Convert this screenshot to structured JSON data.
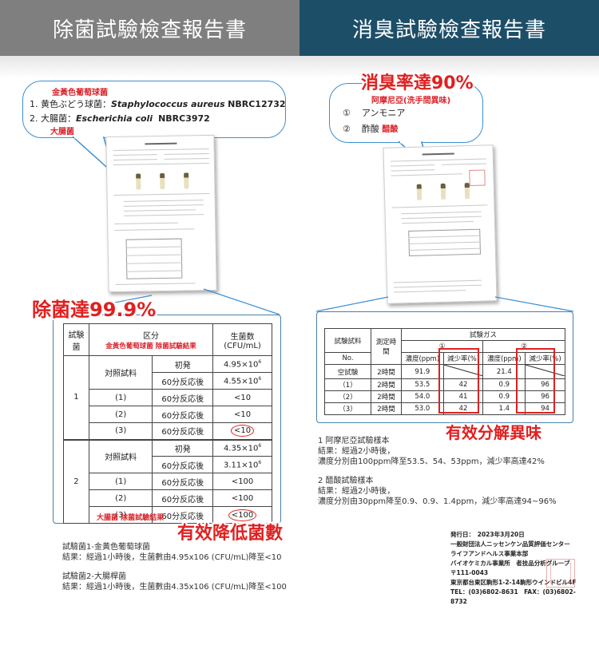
{
  "banners": {
    "left": "除菌試驗檢查報告書",
    "right": "消臭試驗檢查報告書"
  },
  "left_bubble": {
    "caption_top": "金黃色葡萄球菌",
    "item1_prefix": "1. 黄色ぶどう球菌：",
    "item1_species": "Staphylococcus aureus",
    "item1_strain": "NBRC12732",
    "item2_prefix": "2. 大腸菌：",
    "item2_species": "Escherichia coli",
    "item2_strain": "NBRC3972",
    "caption_bottom": "大腸菌"
  },
  "right_bubble": {
    "headline": "消臭率達90%",
    "subtitle": "阿摩尼亞(洗手間異味)",
    "item1_num": "①",
    "item1": "アンモニア",
    "item2_num": "②",
    "item2": "酢酸",
    "item2_note": "醋酸"
  },
  "left_headline": "除菌達99.9%",
  "left_footer_headline": "有效降低菌數",
  "right_footer_headline": "有效分解異味",
  "left_table": {
    "h_bacteria": "試験菌",
    "h_section": "区分",
    "h_section_red": "金黃色葡萄球菌 除菌試驗結果",
    "h_count": "生菌数",
    "h_unit": "(CFU/mL)",
    "g1_label": "1",
    "g2_label": "2",
    "control": "対照試料",
    "t_initial": "初発",
    "t_60": "60分反応後",
    "s1": "(1)",
    "s2": "(2)",
    "s3": "(3)",
    "g1_init": "4.95×10",
    "g1_60": "4.55×10",
    "exp": "6",
    "g1_s1": "<10",
    "g1_s2": "<10",
    "g1_s3": "<10",
    "g2_init": "4.35×10",
    "g2_60": "3.11×10",
    "g2_s1": "<100",
    "g2_s2": "<100",
    "g2_s3": "<100",
    "bottom_red": "大腸菌 除菌試驗結果"
  },
  "right_table": {
    "h_sample": "試験試料",
    "h_time": "測定時間",
    "h_gas": "試験ガス",
    "h_g1": "①",
    "h_g2": "②",
    "h_conc": "濃度(ppm)",
    "h_rate": "減少率(%)",
    "h_no": "No.",
    "rows": [
      {
        "name": "空試験",
        "time": "2時間",
        "c1": "91.9",
        "r1": "",
        "c2": "21.4",
        "r2": ""
      },
      {
        "name": "（1）",
        "time": "2時間",
        "c1": "53.5",
        "r1": "42",
        "c2": "0.9",
        "r2": "96"
      },
      {
        "name": "（2）",
        "time": "2時間",
        "c1": "54.0",
        "r1": "41",
        "c2": "0.9",
        "r2": "96"
      },
      {
        "name": "（3）",
        "time": "2時間",
        "c1": "53.0",
        "r1": "42",
        "c2": "1.4",
        "r2": "94"
      }
    ]
  },
  "right_notes": {
    "n1_title": "1 阿摩尼亞試驗樣本",
    "n1_l1": "結果：經過2小時後，",
    "n1_l2": "濃度分別由100ppm降至53.5、54、53ppm，減少率高達42%",
    "n2_title": "2 醋酸試驗樣本",
    "n2_l1": "結果：經過2小時後，",
    "n2_l2": "濃度分別由30ppm降至0.9、0.9、1.4ppm，減少率高達94~96%"
  },
  "left_notes": {
    "n1_title": "試驗菌1-金黃色葡萄球菌",
    "n1_l1": "結果：經過1小時後，生菌數由4.95x106 (CFU/mL)降至<10",
    "n2_title": "試驗菌2-大腸桿菌",
    "n2_l1": "結果：經過1小時後，生菌數由4.35x106 (CFU/mL)降至<100"
  },
  "issuer": {
    "date": "発行日：　2023年3月20日",
    "l1": "一般財団法人ニッセンケン品質評価センター",
    "l2": "ライフアンドヘルス事業本部",
    "l3": "バイオケミカル事業所　者技品分析グループ",
    "l4": "〒111-0043",
    "l5": "東京都台東区駒形1-2-14駒形ウインドビル4F",
    "l6": "TEL：(03)6802-8631　FAX：(03)6802-8732"
  },
  "colors": {
    "accent_red": "#e02020",
    "bubble_blue": "#3a8fd3",
    "banner_gray": "#7f7f7f",
    "banner_navy": "#1d4e68"
  }
}
